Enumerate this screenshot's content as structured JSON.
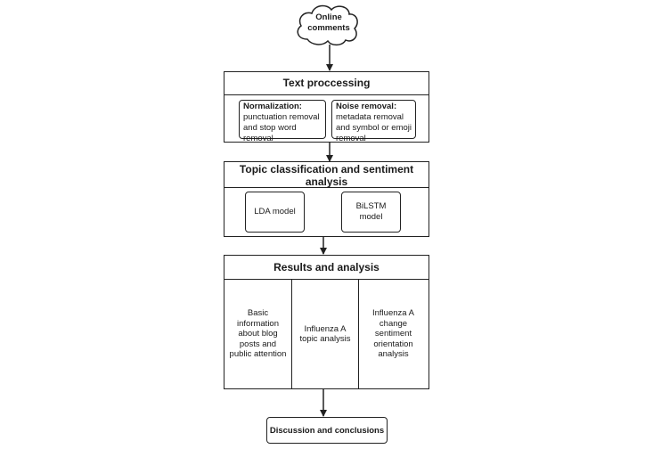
{
  "start": {
    "label": "Online comments"
  },
  "text_processing": {
    "title": "Text proccessing",
    "normalization": {
      "heading": "Normalization:",
      "detail": "punctuation removal and stop word removal"
    },
    "noise_removal": {
      "heading": "Noise removal:",
      "detail": "metadata removal and symbol or emoji removal"
    }
  },
  "topic_classification": {
    "title": "Topic classification and sentiment analysis",
    "models": [
      "LDA model",
      "BiLSTM model"
    ]
  },
  "results": {
    "title": "Results and analysis",
    "columns": [
      "Basic information about blog posts and public attention",
      "Influenza A topic analysis",
      "Influenza A change sentiment orientation analysis"
    ]
  },
  "conclusion": {
    "label": "Discussion and conclusions"
  }
}
